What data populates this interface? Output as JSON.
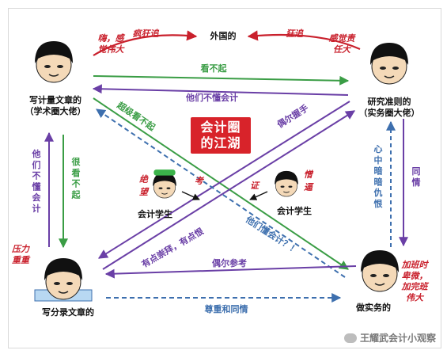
{
  "nodes": {
    "top_left_role": "写计量文章的\n（学术圈大佬）",
    "top_right_role": "研究准则的\n（实务圈大佬）",
    "bottom_left_role": "写分录文章的",
    "bottom_right_role": "做实务的",
    "student_left": "会计学生",
    "student_right": "会计学生",
    "center": [
      "会计圈",
      "的江湖"
    ]
  },
  "top_label": "外国的",
  "edges": {
    "tl_to_foreign": "疯狂追",
    "tr_to_foreign": "狂追",
    "tl_feeling": "嗨，感\n觉伟大",
    "tr_feeling": "感觉责\n任大",
    "tl_to_tr": "看不起",
    "tr_to_tl": "他们不懂会计",
    "tl_to_br": "超级看不起",
    "tr_to_bl": "偶尔握手",
    "bl_to_tl": "他\n们\n不\n懂\n会\n计",
    "tl_to_bl": "很\n看\n不\n起",
    "tr_to_br": "同\n情",
    "br_to_tr": "心\n中\n暗\n暗\n仇\n恨",
    "bl_to_tr": "有点崇拜，有点恨",
    "br_to_tl": "他们懂会计？！",
    "tl_to_bl_pressure": "压力\n重重",
    "br_overtime": "加班时\n卑微，\n加完班\n伟大",
    "tr_to_bl_occasional": "偶尔参考",
    "bl_to_br": "尊重和同情",
    "student_left_feel": [
      "绝",
      "望"
    ],
    "student_left_feel2": "考",
    "student_right_feel": [
      "憎",
      "逼"
    ],
    "student_right_feel2": "证"
  },
  "watermark": "王耀武会计小观察",
  "colors": {
    "red": "#c9202c",
    "green": "#3a9d45",
    "purple": "#6a3fa6",
    "blue": "#3d6fae",
    "center_bg": "#d8232a"
  },
  "icons": [
    "meme-face-icon",
    "wechat-icon"
  ]
}
